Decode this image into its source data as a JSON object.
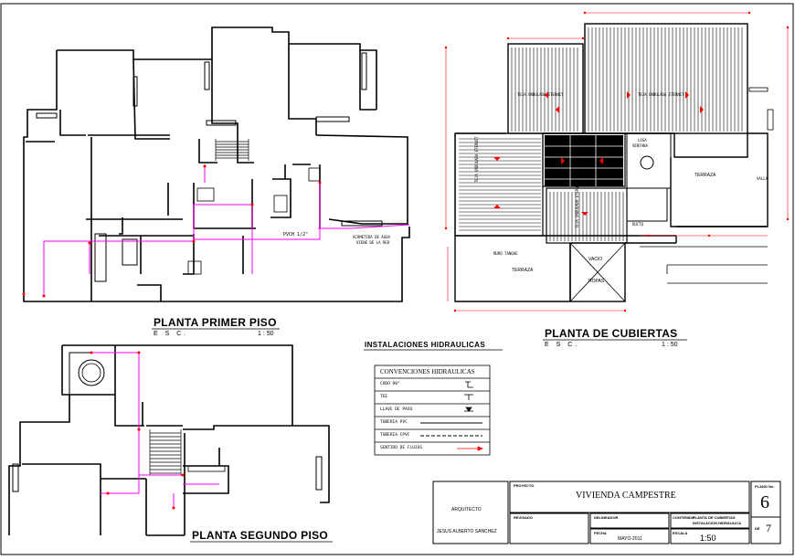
{
  "titles": {
    "planta_primer_piso": "PLANTA PRIMER PISO",
    "planta_segundo_piso": "PLANTA SEGUNDO PISO",
    "planta_cubiertas": "PLANTA  DE CUBIERTAS",
    "esc_label": "E S C.",
    "esc_value": "1 : 50",
    "instalaciones": "INSTALACIONES HIDRAULICAS"
  },
  "notes": {
    "pvc": "PVCH 1/2\"",
    "acometida": "ACOMETIDA DE AGUA",
    "viene_red": "VIENE DE LA RED",
    "terraza": "TERRAZA",
    "terraza2": "TERRAZA",
    "vacio": "VACIO",
    "ropas": "ROPAS",
    "losa": "LOSA",
    "ventana": "VENTANA",
    "teja_1": "TEJA ONDULADA ETERNIT",
    "teja_2": "TEJA ONDULADA ETERNIT",
    "teja_3": "TEJA ONDULADA ETERNIT",
    "teja_4": "TEJA ONDULADA ETERNIT",
    "muro_tanque": "MURO TANQUE",
    "ducto": "DUCTO",
    "valla": "VALLA"
  },
  "convenciones": {
    "title": "CONVENCIONES HIDRAULICAS",
    "items": [
      {
        "label": "CODO 90°"
      },
      {
        "label": "TEE"
      },
      {
        "label": "LLAVE DE PASO"
      },
      {
        "label": "TUBERIA PVC"
      },
      {
        "label": "TUBERIA CPVC"
      },
      {
        "label": "SENTIDO DE FLUJOS"
      }
    ]
  },
  "title_block": {
    "arquitecto_label": "ARQUITECTO",
    "arquitecto_name": "JESUS ALBERTO SANCHEZ",
    "proyecto_label": "PROYECTO",
    "proyecto_value": "VIVIENDA CAMPESTRE",
    "revisado_label": "REVISADO",
    "dibujo_label": "DELINEADOR",
    "contenido_label": "CONTENIDO",
    "contenido_value_1": "PLANTA DE CUBIERTAS",
    "contenido_value_2": "INSTALACION HIDRAULICA",
    "fecha_label": "FECHA",
    "fecha_value": "MAYO-2011",
    "escala_label": "ESCALA",
    "escala_value": "1:50",
    "plano_label": "PLANO No.",
    "plano_value": "6",
    "de_label": "DE",
    "de_value": "7"
  },
  "colors": {
    "wall": "#000000",
    "pipe": "#ff00ff",
    "dim": "#ff0000",
    "accent_blue": "#0000ff",
    "accent_green": "#00aa00"
  }
}
